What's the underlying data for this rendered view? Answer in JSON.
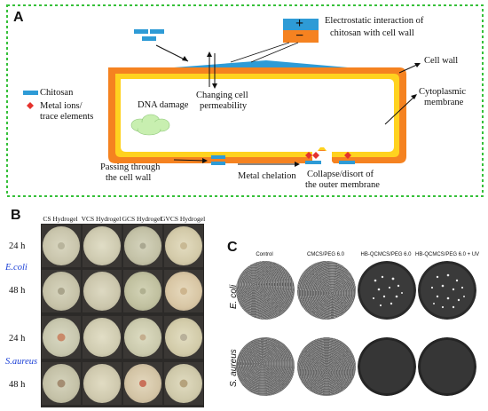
{
  "panel_a": {
    "label": "A",
    "legend": {
      "chitosan": "Chitosan",
      "metal_line1": "Metal ions/",
      "metal_line2": "trace elements"
    },
    "electrostatic_line1": "Electrostatic interaction of",
    "electrostatic_line2": "chitosan with cell wall",
    "plus_sign": "+",
    "minus_sign": "−",
    "permeability_line1": "Changing cell",
    "permeability_line2": "permeability",
    "dna_damage": "DNA damage",
    "cell_wall": "Cell wall",
    "cytoplasmic_line1": "Cytoplasmic",
    "cytoplasmic_line2": "membrane",
    "passing_line1": "Passing through",
    "passing_line2": "the cell wall",
    "metal_chelation": "Metal chelation",
    "collapse_line1": "Collapse/disort of",
    "collapse_line2": "the outer membrane",
    "colors": {
      "chitosan": "#2e9bd6",
      "wall_outer": "#f58220",
      "wall_inner": "#ffd21f",
      "dna": "#c8efb0",
      "metal": "#e5322d",
      "frame": "#36c03a"
    }
  },
  "panel_b": {
    "label": "B",
    "columns": [
      "CS Hydrogel",
      "VCS Hydrogel",
      "GCS Hydrogel",
      "GVCS Hydrogel"
    ],
    "rows": [
      "24 h",
      "48 h",
      "24 h",
      "48 h"
    ],
    "organisms": [
      "E.coli",
      "S.aureus"
    ]
  },
  "panel_c": {
    "label": "C",
    "columns": [
      "Control",
      "CMCS/PEG 6.0",
      "HB-QCMCS/PEG 6.0",
      "HB-QCMCS/PEG 6.0 + UV"
    ],
    "rows": [
      "E. coli",
      "S. aureus"
    ]
  }
}
